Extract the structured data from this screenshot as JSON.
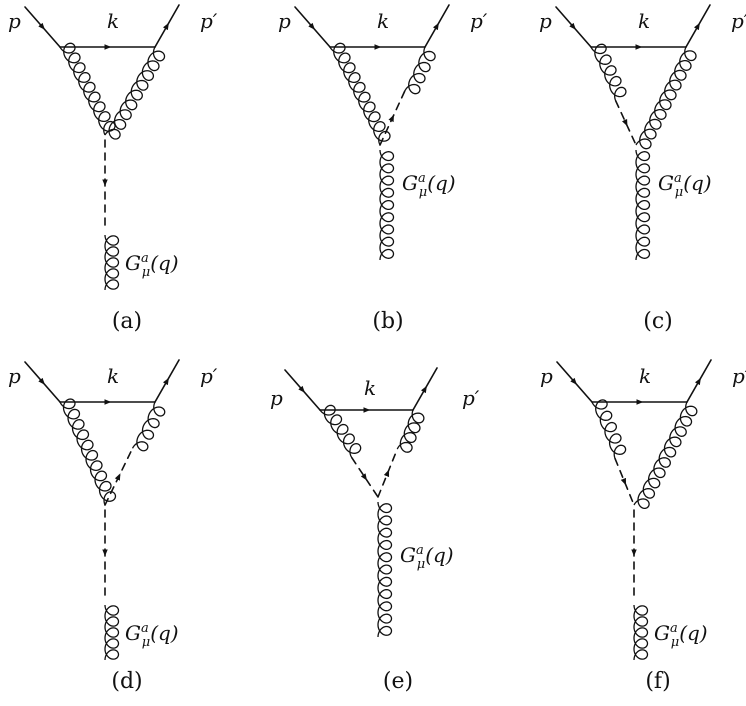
{
  "diagrams": [
    {
      "caption": "(a)",
      "labels": {
        "p": "p",
        "k": "k",
        "pp": "p′",
        "field": "G",
        "sup": "a",
        "sub": "μ",
        "arg": "(q)"
      }
    },
    {
      "caption": "(b)",
      "labels": {
        "p": "p",
        "k": "k",
        "pp": "p′",
        "field": "G",
        "sup": "a",
        "sub": "μ",
        "arg": "(q)"
      }
    },
    {
      "caption": "(c)",
      "labels": {
        "p": "p",
        "k": "k",
        "pp": "p′",
        "field": "G",
        "sup": "a",
        "sub": "μ",
        "arg": "(q)"
      }
    },
    {
      "caption": "(d)",
      "labels": {
        "p": "p",
        "k": "k",
        "pp": "p′",
        "field": "G",
        "sup": "a",
        "sub": "μ",
        "arg": "(q)"
      }
    },
    {
      "caption": "(e)",
      "labels": {
        "p": "p",
        "k": "k",
        "pp": "p′",
        "field": "G",
        "sup": "a",
        "sub": "μ",
        "arg": "(q)"
      }
    },
    {
      "caption": "(f)",
      "labels": {
        "p": "p",
        "k": "k",
        "pp": "p′",
        "field": "G",
        "sup": "a",
        "sub": "μ",
        "arg": "(q)"
      }
    }
  ],
  "colors": {
    "ink": "#111111",
    "background": "#ffffff"
  }
}
